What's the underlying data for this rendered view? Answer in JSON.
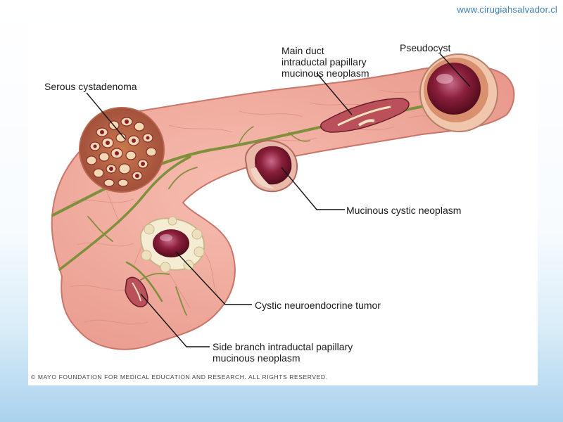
{
  "website": "www.cirugiahsalvador.cl",
  "labels": {
    "serous_cystadenoma": "Serous cystadenoma",
    "main_duct_line1": "Main duct",
    "main_duct_line2": "intraductal papillary",
    "main_duct_line3": "mucinous neoplasm",
    "pseudocyst": "Pseudocyst",
    "mucinous_cystic": "Mucinous cystic neoplasm",
    "cystic_neuroendocrine": "Cystic neuroendocrine tumor",
    "side_branch_line1": "Side branch intraductal papillary",
    "side_branch_line2": "mucinous neoplasm"
  },
  "copyright": "© MAYO FOUNDATION FOR MEDICAL EDUCATION AND RESEARCH. ALL RIGHTS RESERVED.",
  "colors": {
    "tissue": "#f2a99b",
    "tissue_outline": "#c9766a",
    "duct": "#7f8f3a",
    "cyst_dark": "#5a0f1e",
    "leader_line": "#111111"
  }
}
